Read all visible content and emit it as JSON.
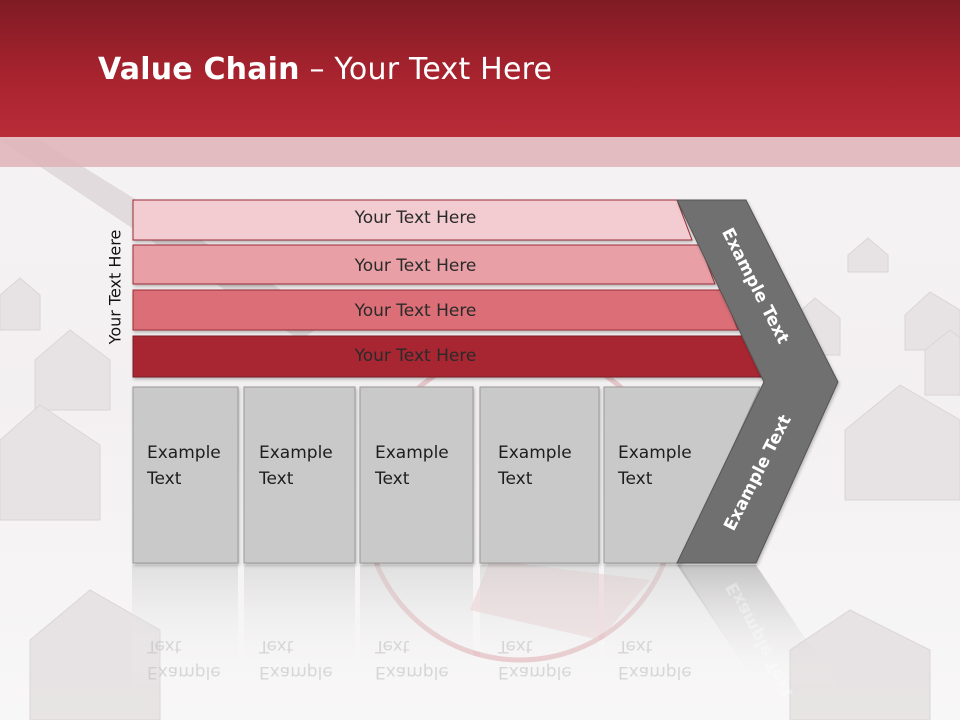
{
  "slide": {
    "title_bold": "Value Chain",
    "title_rest": " – Your Text Here",
    "side_label": "Your Text Here"
  },
  "rows": [
    {
      "label": "Your Text Here",
      "color": "#f2ccd0"
    },
    {
      "label": "Your Text Here",
      "color": "#e8a0a6"
    },
    {
      "label": "Your Text Here",
      "color": "#db6e76"
    },
    {
      "label": "Your Text Here",
      "color": "#a82832"
    }
  ],
  "columns": [
    {
      "line1": "Example",
      "line2": "Text"
    },
    {
      "line1": "Example",
      "line2": "Text"
    },
    {
      "line1": "Example",
      "line2": "Text"
    },
    {
      "line1": "Example",
      "line2": "Text"
    },
    {
      "line1": "Example",
      "line2": "Text"
    }
  ],
  "arrow": {
    "upper_label": "Example Text",
    "lower_label": "Example Text",
    "color": "#6f6f6f"
  },
  "colors": {
    "header": "#a7232e",
    "column_fill": "#c9c9c9"
  }
}
